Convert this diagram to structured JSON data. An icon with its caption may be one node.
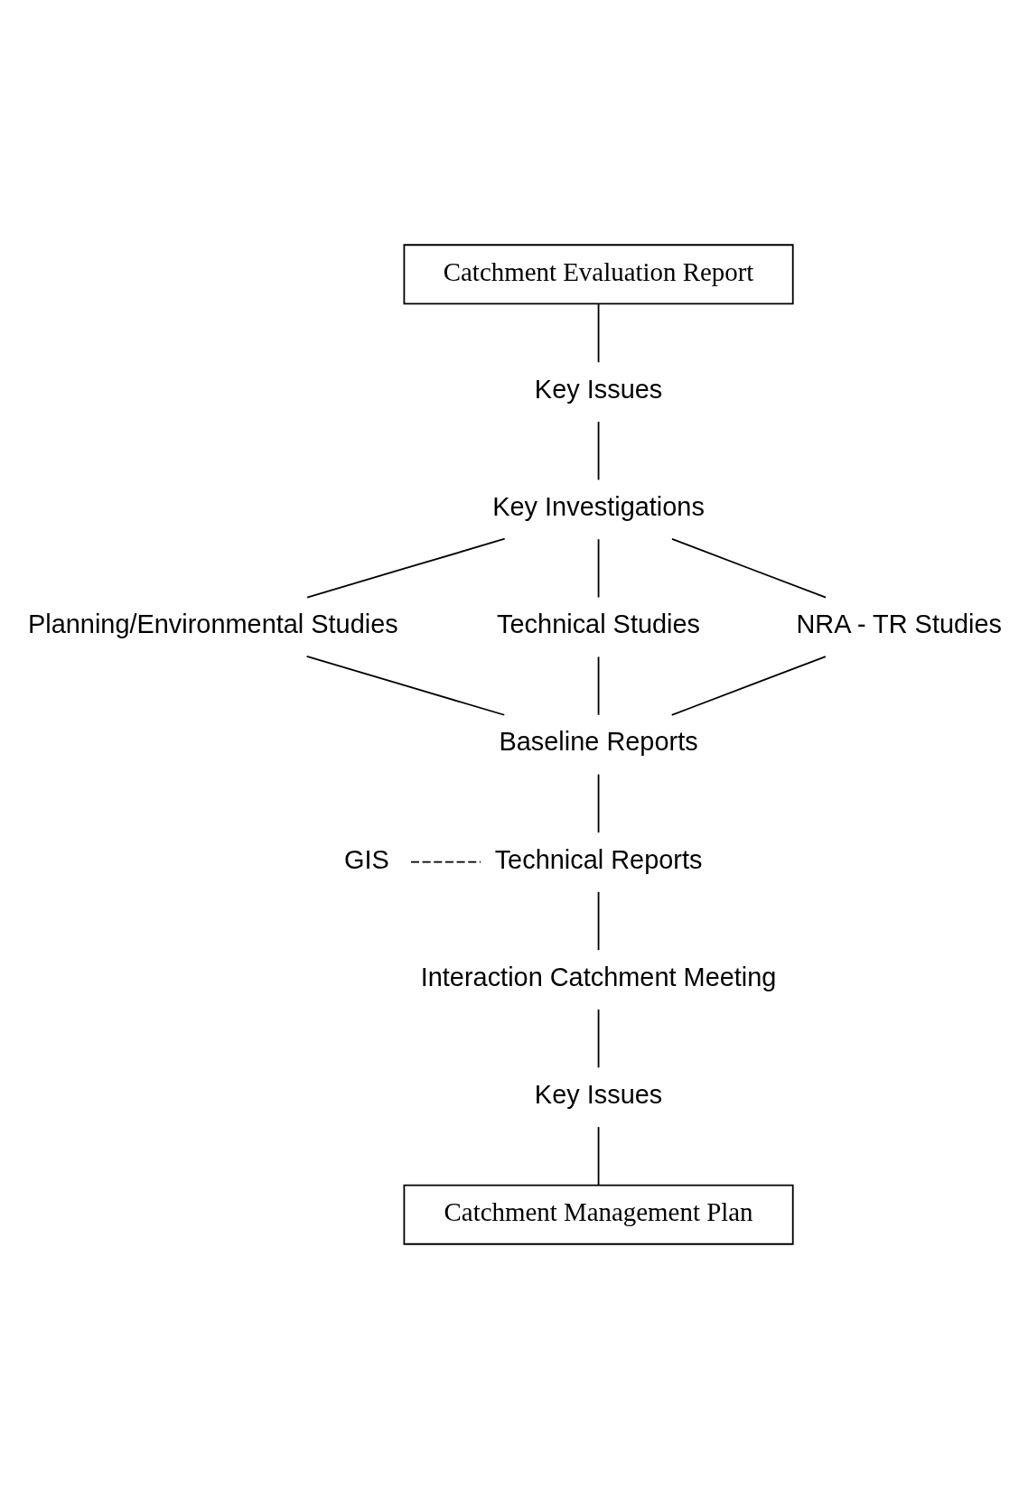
{
  "diagram": {
    "nodes": [
      {
        "text": [
          "Catchment Evaluation Report"
        ]
      },
      {
        "text": [
          "Key Issues"
        ]
      },
      {
        "text": [
          "Key Investigations"
        ]
      },
      {
        "text": [
          "Planning/Environmental Studies"
        ]
      },
      {
        "text": [
          "Technical Studies"
        ]
      },
      {
        "text": [
          "NRA - TR Studies"
        ]
      },
      {
        "text": [
          "Baseline Reports"
        ]
      },
      {
        "text": [
          "GIS"
        ]
      },
      {
        "text": [
          "Technical Reports"
        ]
      },
      {
        "text": [
          "Interaction Catchment Meeting"
        ]
      },
      {
        "text": [
          "Key Issues"
        ]
      },
      {
        "text": [
          "Catchment Management Plan"
        ]
      }
    ],
    "edges": [
      {
        "from": 0,
        "to": 1,
        "arrow": "none"
      },
      {
        "from": 1,
        "to": 2,
        "arrow": "none"
      },
      {
        "from": 2,
        "to": 3,
        "arrow": "none"
      },
      {
        "from": 2,
        "to": 4,
        "arrow": "none"
      },
      {
        "from": 2,
        "to": 5,
        "arrow": "none"
      },
      {
        "from": 3,
        "to": 6,
        "arrow": "none"
      },
      {
        "from": 4,
        "to": 6,
        "arrow": "none"
      },
      {
        "from": 5,
        "to": 6,
        "arrow": "none"
      },
      {
        "from": 6,
        "to": 8,
        "arrow": "none"
      },
      {
        "from": 7,
        "to": 8,
        "arrow": "none",
        "style": "dashed"
      },
      {
        "from": 8,
        "to": 9,
        "arrow": "none"
      },
      {
        "from": 9,
        "to": 10,
        "arrow": "none"
      },
      {
        "from": 10,
        "to": 11,
        "arrow": "none"
      }
    ]
  }
}
